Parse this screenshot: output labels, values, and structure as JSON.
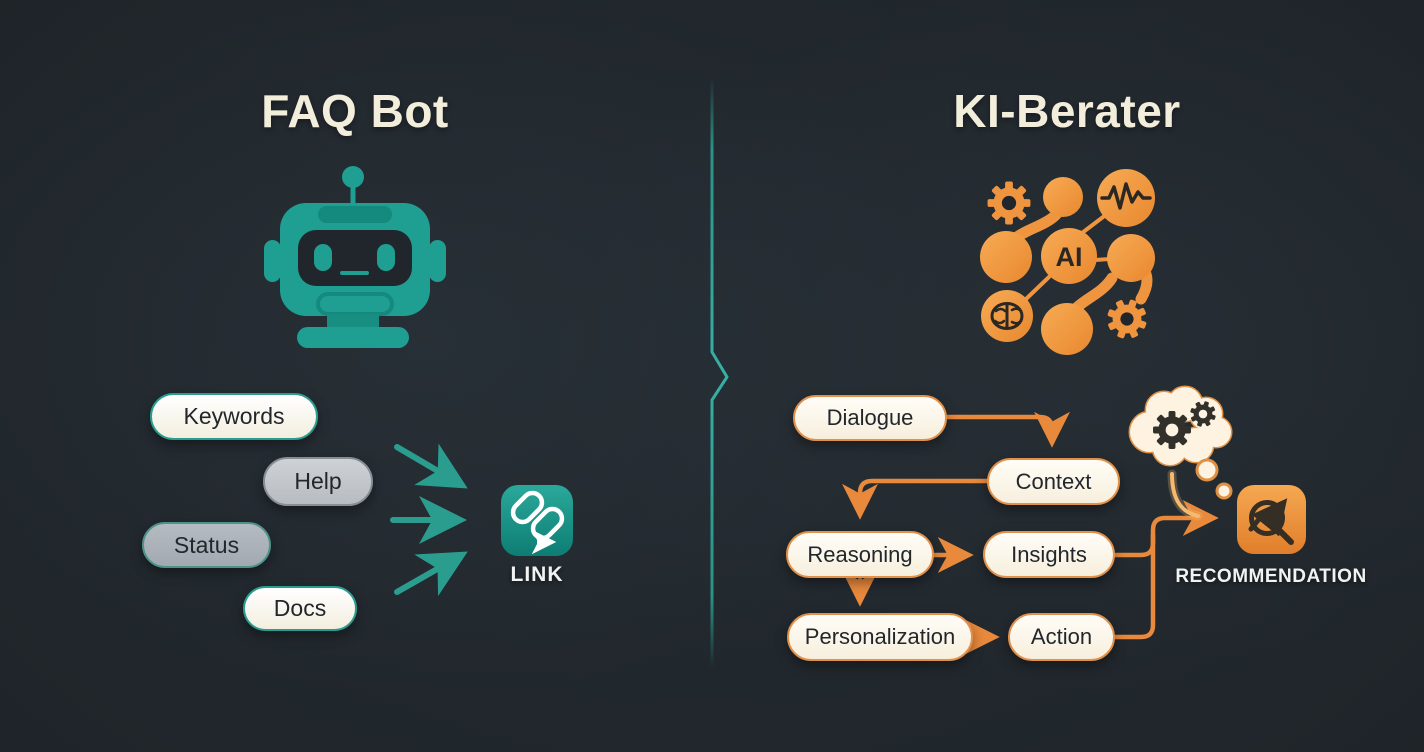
{
  "left_panel": {
    "title": "FAQ Bot",
    "pills": [
      {
        "label": "Keywords"
      },
      {
        "label": "Help"
      },
      {
        "label": "Status"
      },
      {
        "label": "Docs"
      }
    ],
    "link_label": "LINK"
  },
  "right_panel": {
    "title": "KI-Berater",
    "ai_core_label": "AI",
    "nodes": [
      {
        "label": "Dialogue"
      },
      {
        "label": "Context"
      },
      {
        "label": "Reasoning"
      },
      {
        "label": "Insights"
      },
      {
        "label": "Personalization"
      },
      {
        "label": "Action"
      }
    ],
    "recommendation_label": "RECOMMENDATION"
  },
  "icons": [
    "robot-icon",
    "link-icon",
    "ai-network-icon",
    "gear-icon",
    "pulse-icon",
    "brain-icon",
    "thought-cloud-icon",
    "recommendation-chart-icon",
    "divider-chevron"
  ],
  "colors": {
    "background": "#20262b",
    "teal": "#2a9d8f",
    "teal_dark": "#10867b",
    "orange": "#ef9340",
    "orange_border": "#e2904a",
    "cream": "#f7efdd",
    "title_text": "#f3eedc",
    "dark_text": "#23272b"
  }
}
